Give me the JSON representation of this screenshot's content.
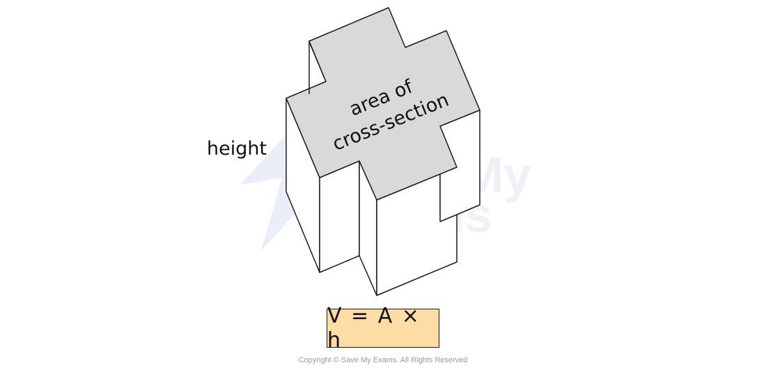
{
  "diagram": {
    "label_height": "height",
    "label_area_line1": "area of",
    "label_area_line2": "cross-section",
    "formula": "V = A × h",
    "watermark_line1": "Save My",
    "watermark_line2": "Exams",
    "copyright": "Copyright © Save My Exams. All Rights Reserved"
  },
  "colors": {
    "top_face": "#d9d9d9",
    "side_face": "#ffffff",
    "outline": "#1a1a1a",
    "formula_bg": "#fddca5",
    "watermark": "#eef1f8"
  }
}
